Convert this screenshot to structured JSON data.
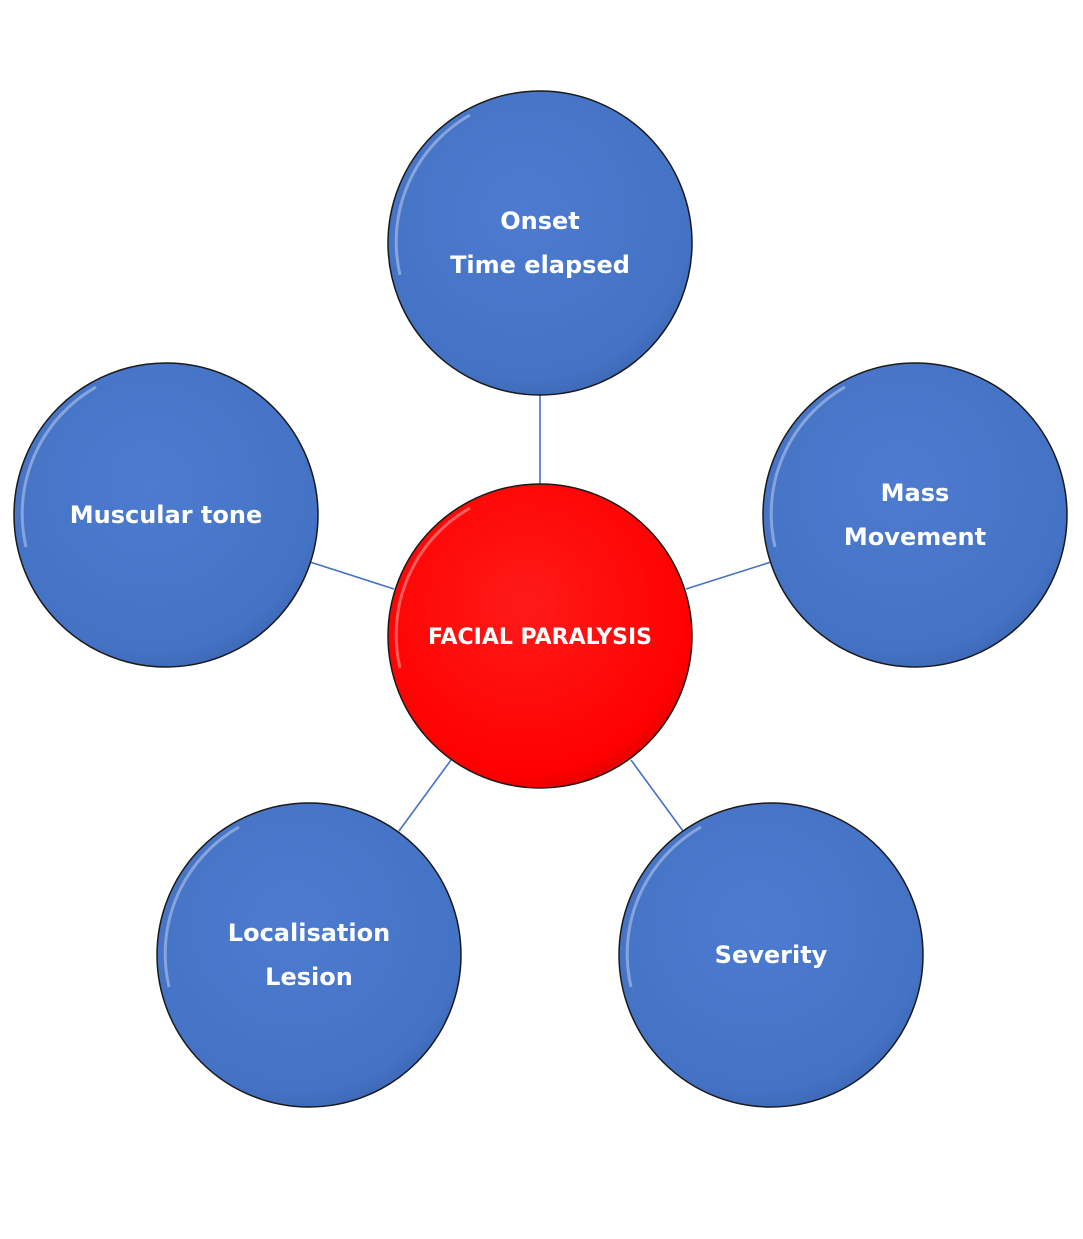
{
  "colors": {
    "outer_node_fill": "#4472c4",
    "center_node_fill": "#ff0000",
    "connector": "#4472c4",
    "label_text": "#ffffff"
  },
  "center": {
    "label": "FACIAL PARALYSIS"
  },
  "nodes": [
    {
      "id": "onset",
      "lines": [
        "Onset",
        "Time elapsed"
      ]
    },
    {
      "id": "mass-movement",
      "lines": [
        "Mass",
        "Movement"
      ]
    },
    {
      "id": "severity",
      "lines": [
        "Severity"
      ]
    },
    {
      "id": "localisation",
      "lines": [
        "Localisation",
        "Lesion"
      ]
    },
    {
      "id": "muscular-tone",
      "lines": [
        "Muscular tone"
      ]
    }
  ]
}
